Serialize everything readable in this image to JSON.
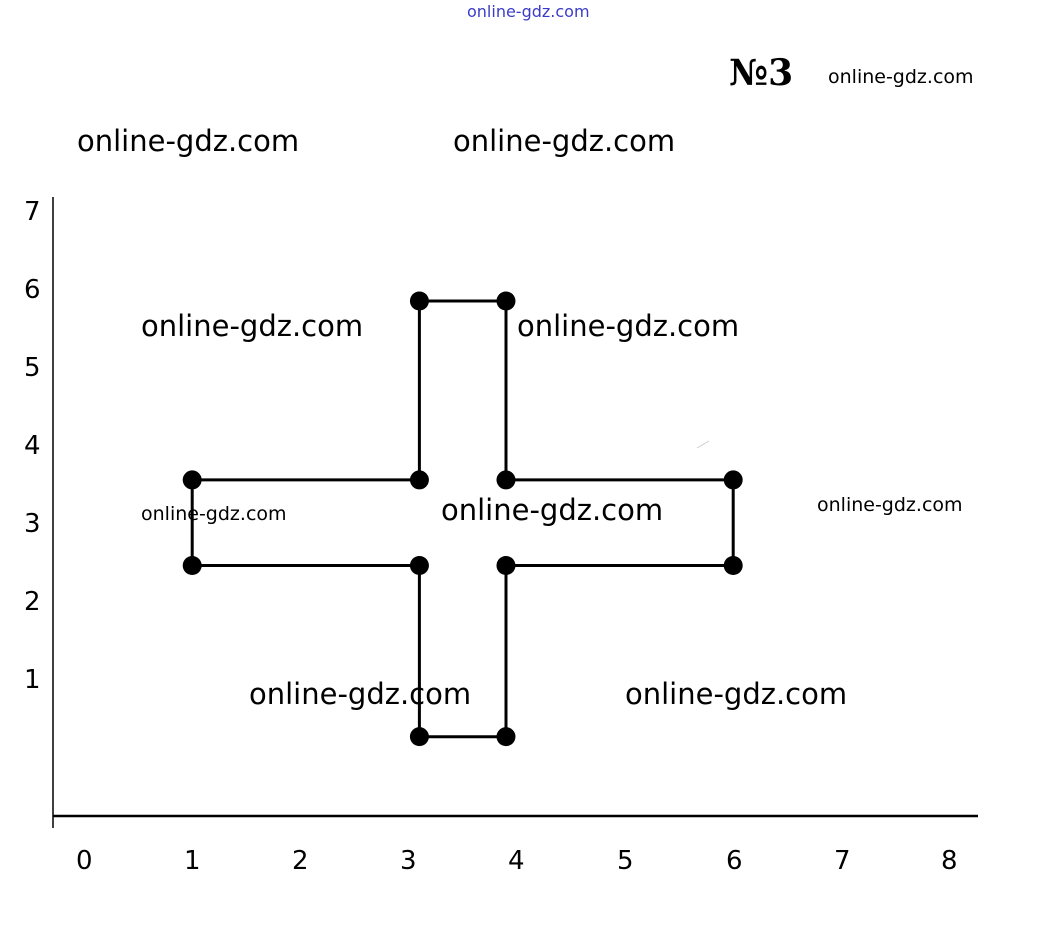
{
  "header": {
    "site_small": "online-gdz.com",
    "problem_number": "№3"
  },
  "watermarks": [
    "online-gdz.com",
    "online-gdz.com",
    "online-gdz.com",
    "online-gdz.com",
    "online-gdz.com",
    "online-gdz.com",
    "online-gdz.com",
    "online-gdz.com",
    "online-gdz.com",
    "online-gdz.com"
  ],
  "axes": {
    "y_ticks": [
      "7",
      "6",
      "5",
      "4",
      "3",
      "2",
      "1"
    ],
    "x_ticks": [
      "0",
      "1",
      "2",
      "3",
      "4",
      "5",
      "6",
      "7",
      "8"
    ]
  },
  "figure": {
    "shape": "cross",
    "vertices": [
      [
        3.1,
        5.9
      ],
      [
        3.9,
        5.9
      ],
      [
        3.9,
        3.6
      ],
      [
        6.0,
        3.6
      ],
      [
        6.0,
        2.5
      ],
      [
        3.9,
        2.5
      ],
      [
        3.9,
        0.3
      ],
      [
        3.1,
        0.3
      ],
      [
        3.1,
        2.5
      ],
      [
        1.0,
        2.5
      ],
      [
        1.0,
        3.6
      ],
      [
        3.1,
        3.6
      ]
    ],
    "stroke_color": "#000000"
  }
}
